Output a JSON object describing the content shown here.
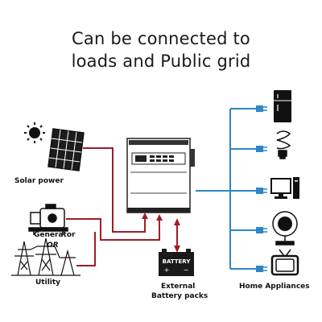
{
  "header": {
    "line1": "Can be connected to",
    "line2": "loads and Public grid"
  },
  "sources": {
    "solar_label": "Solar power",
    "generator_label": "Generator",
    "or_label": "OR",
    "utility_label": "Utility"
  },
  "battery": {
    "text": "BATTERY",
    "label_line1": "External",
    "label_line2": "Battery packs"
  },
  "appliances": {
    "label": "Home Appliances",
    "items": [
      "refrigerator-icon",
      "light-bulb-icon",
      "computer-icon",
      "fan-icon",
      "tv-icon"
    ]
  },
  "colors": {
    "ac_line": "#a01c28",
    "load_line": "#2f86c6",
    "outline": "#222222"
  }
}
